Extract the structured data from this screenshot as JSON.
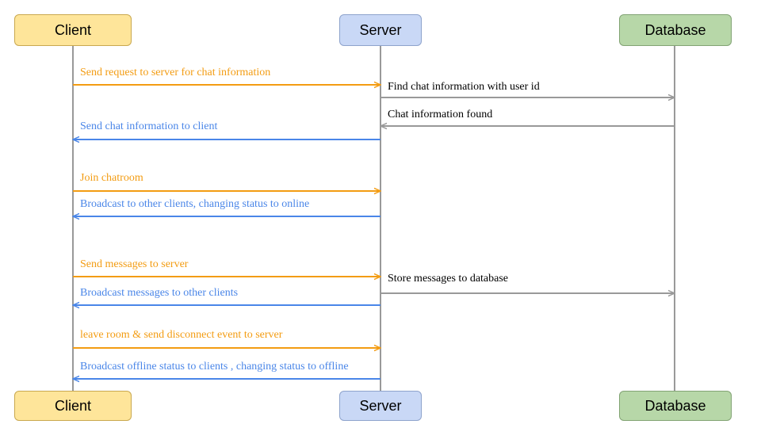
{
  "participants": {
    "client": "Client",
    "server": "Server",
    "database": "Database"
  },
  "colors": {
    "client_to_server": "#f39c12",
    "server_to_client": "#4a86e8",
    "server_database": "#999999",
    "lifeline": "#999999",
    "client_fill": "#fee59a",
    "server_fill": "#c9d8f6",
    "database_fill": "#b7d7a8"
  },
  "messages": [
    {
      "from": "client",
      "to": "server",
      "label": "Send request to server for chat information"
    },
    {
      "from": "server",
      "to": "database",
      "label": "Find chat information with user id"
    },
    {
      "from": "database",
      "to": "server",
      "label": "Chat information found"
    },
    {
      "from": "server",
      "to": "client",
      "label": "Send chat information to client"
    },
    {
      "from": "client",
      "to": "server",
      "label": "Join chatroom"
    },
    {
      "from": "server",
      "to": "client",
      "label": "Broadcast to other clients, changing status to online"
    },
    {
      "from": "client",
      "to": "server",
      "label": "Send messages to server"
    },
    {
      "from": "server",
      "to": "database",
      "label": "Store messages to database"
    },
    {
      "from": "server",
      "to": "client",
      "label": "Broadcast messages to other clients"
    },
    {
      "from": "client",
      "to": "server",
      "label": "leave room & send disconnect event to server"
    },
    {
      "from": "server",
      "to": "client",
      "label": "Broadcast offline status to clients , changing status to offline"
    }
  ]
}
